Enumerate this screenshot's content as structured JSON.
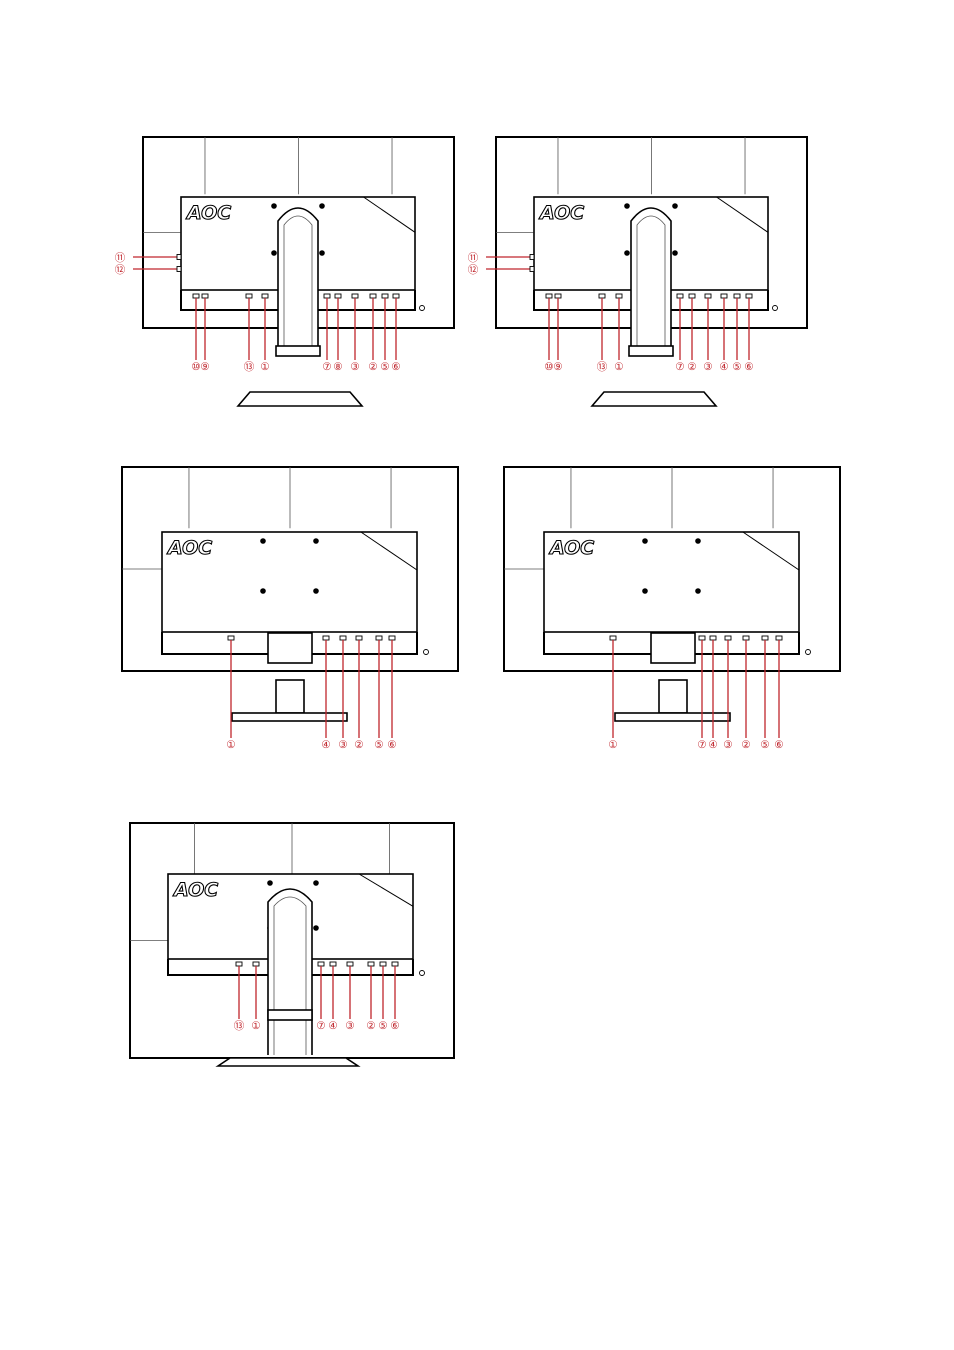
{
  "brand": "AOC",
  "accent_color": "#c0262d",
  "line_color": "#000000",
  "diagrams": [
    {
      "id": "d1",
      "has_neck": true,
      "bottom_labels": [
        "⑩",
        "⑨",
        "⑬",
        "①",
        "⑦",
        "⑧",
        "③",
        "②",
        "⑤",
        "⑥"
      ],
      "side_labels": [
        "⑪",
        "⑫"
      ]
    },
    {
      "id": "d2",
      "has_neck": true,
      "bottom_labels": [
        "⑩",
        "⑨",
        "⑬",
        "①",
        "⑦",
        "②",
        "③",
        "④",
        "⑤",
        "⑥"
      ],
      "side_labels": [
        "⑪",
        "⑫"
      ]
    },
    {
      "id": "d3",
      "has_neck": false,
      "bottom_labels": [
        "①",
        "④",
        "③",
        "②",
        "⑤",
        "⑥"
      ],
      "side_labels": []
    },
    {
      "id": "d4",
      "has_neck": false,
      "bottom_labels": [
        "①",
        "⑦",
        "④",
        "③",
        "②",
        "⑤",
        "⑥"
      ],
      "side_labels": []
    },
    {
      "id": "d5",
      "has_neck": true,
      "bottom_labels": [
        "⑬",
        "①",
        "⑦",
        "④",
        "③",
        "②",
        "⑤",
        "⑥"
      ],
      "side_labels": []
    }
  ]
}
